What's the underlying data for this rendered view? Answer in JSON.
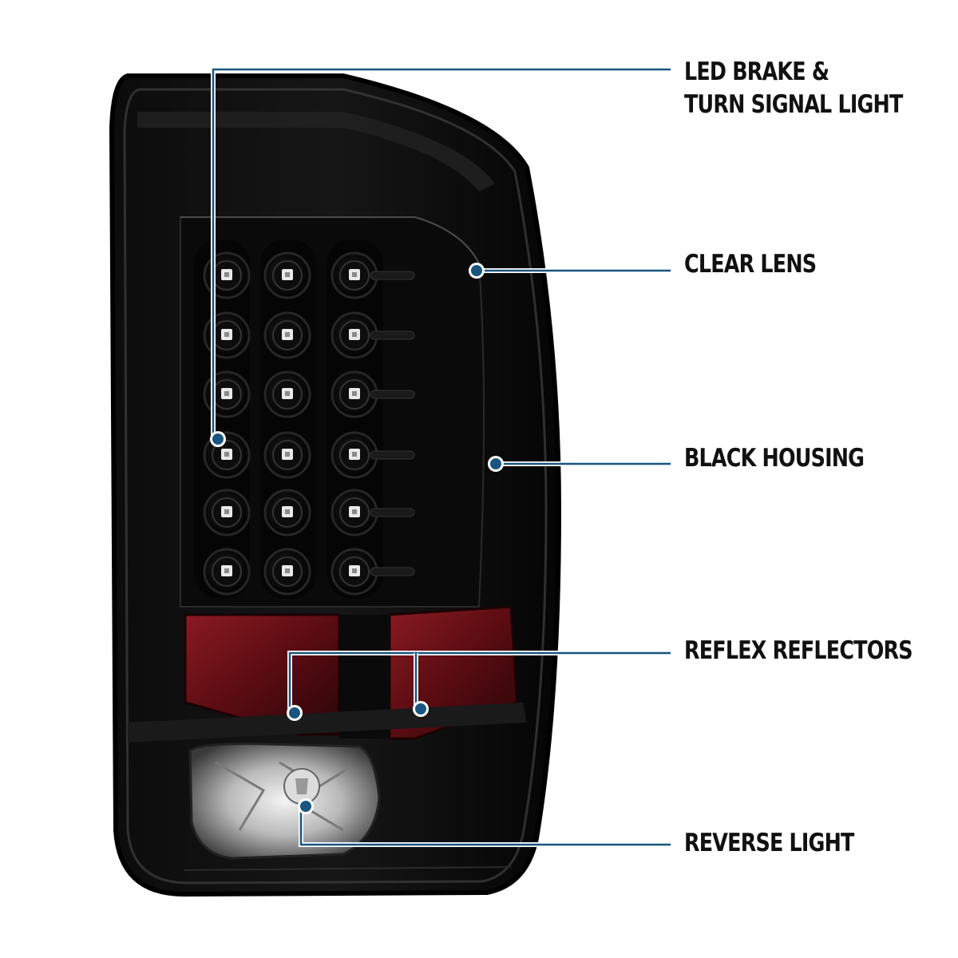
{
  "product": "Black housing LED tail light with clear lens",
  "accent_color": "#1a5580",
  "callouts": [
    {
      "id": "led",
      "lines": [
        "LED BRAKE &",
        "TURN SIGNAL LIGHT"
      ]
    },
    {
      "id": "lens",
      "lines": [
        "CLEAR LENS"
      ]
    },
    {
      "id": "housing",
      "lines": [
        "BLACK HOUSING"
      ]
    },
    {
      "id": "reflex",
      "lines": [
        "REFLEX REFLECTORS"
      ]
    },
    {
      "id": "reverse",
      "lines": [
        "REVERSE LIGHT"
      ]
    }
  ],
  "led_grid": {
    "columns": 3,
    "rows": 6
  }
}
